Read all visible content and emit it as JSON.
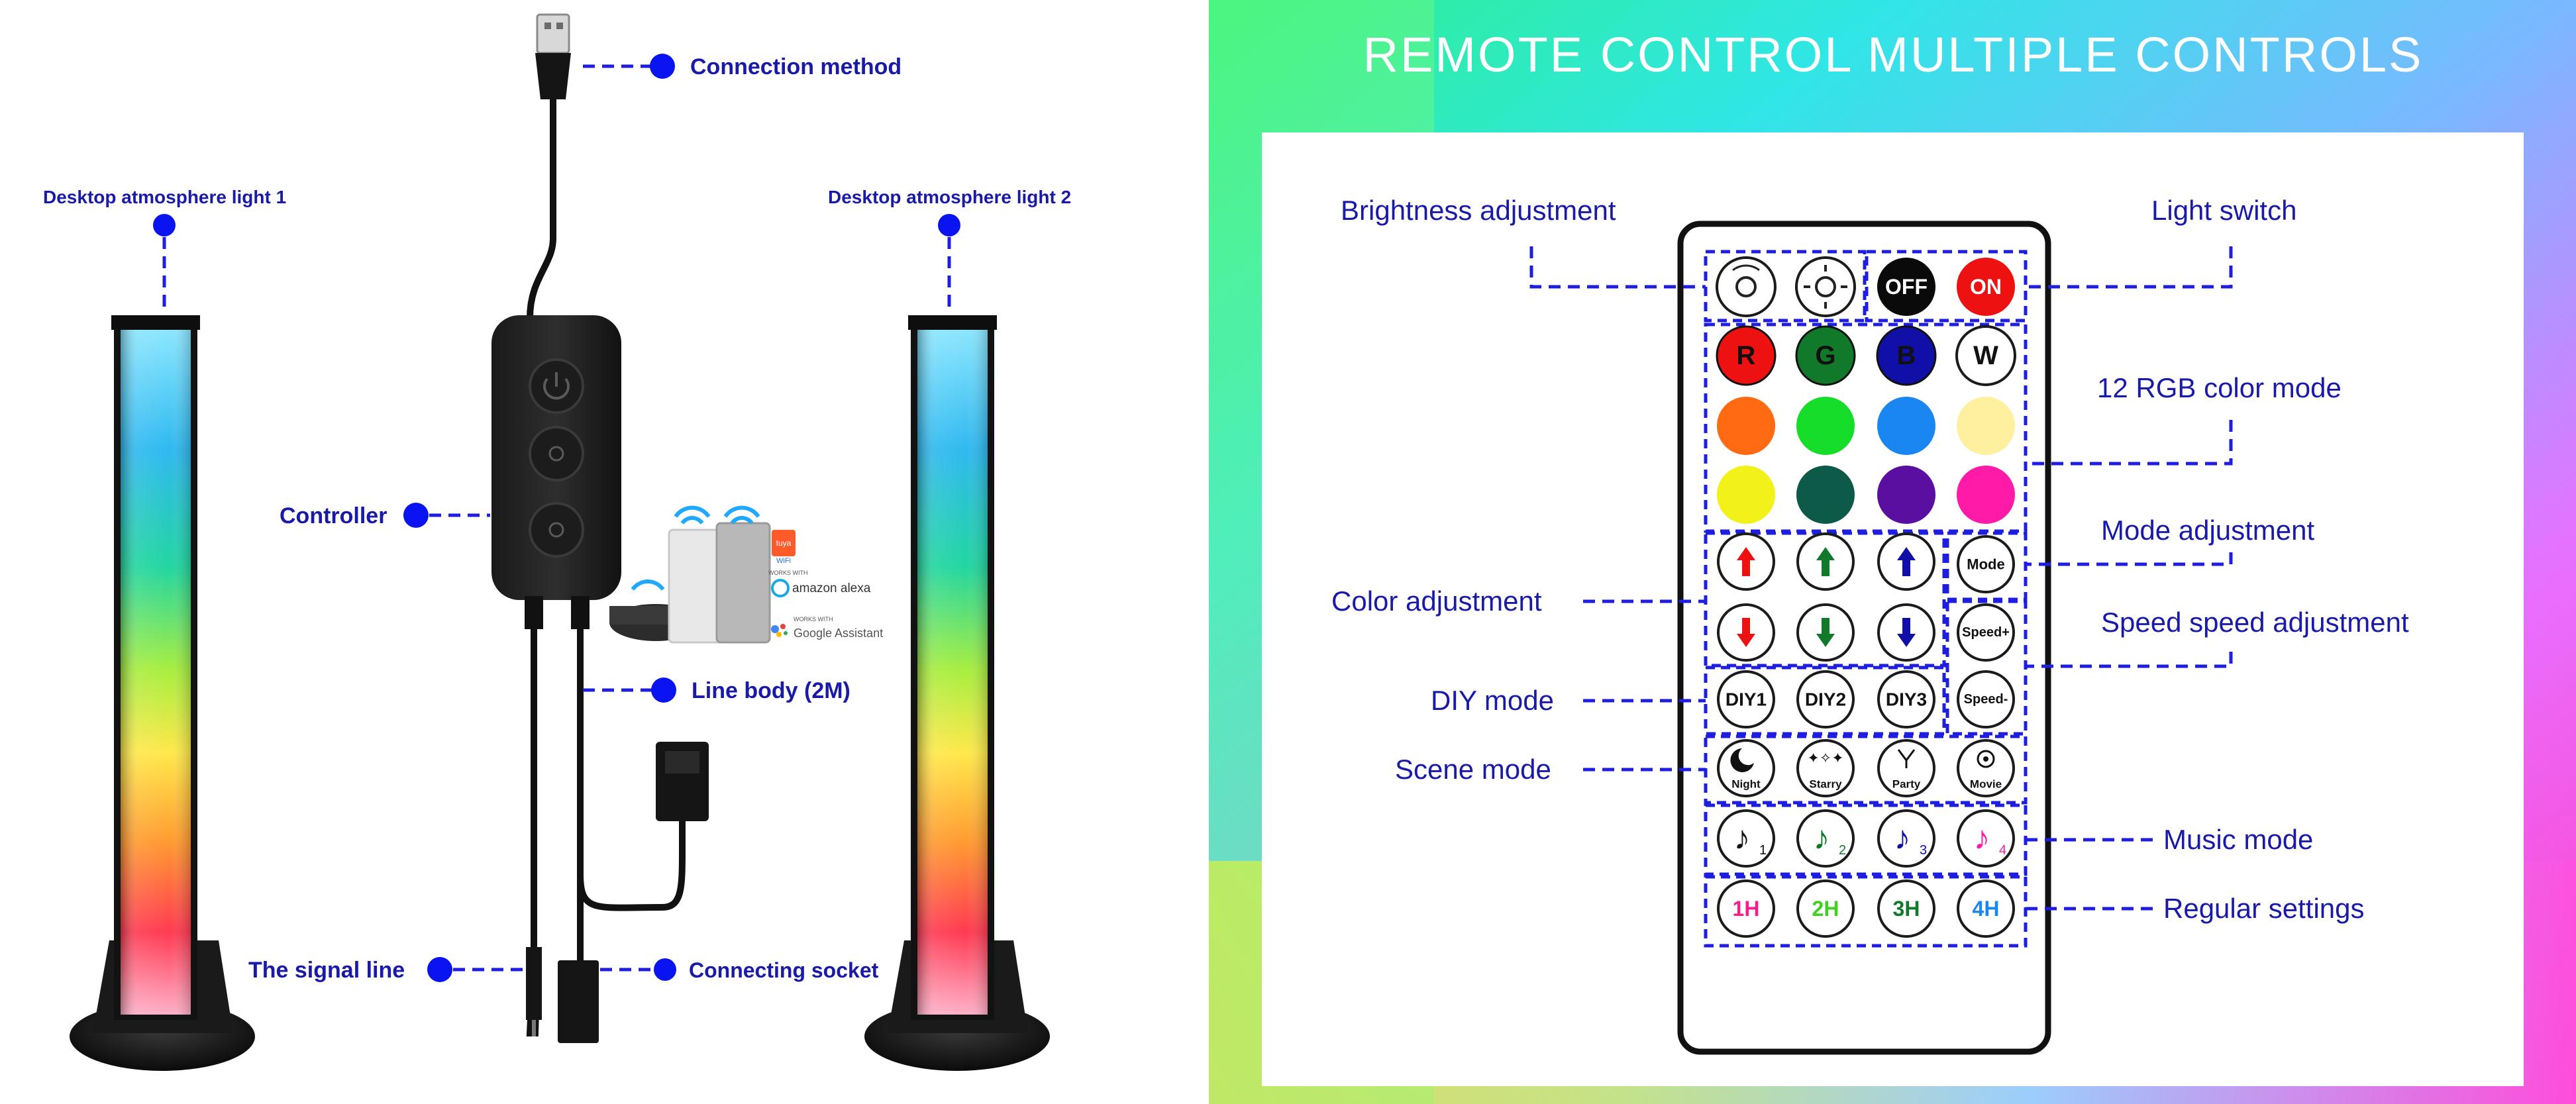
{
  "left_panel": {
    "labels": {
      "connection_method": "Connection method",
      "light1": "Desktop atmosphere light 1",
      "light2": "Desktop atmosphere light 2",
      "controller": "Controller",
      "line_body": "Line body (2M)",
      "signal_line": "The signal line",
      "connecting_socket": "Connecting socket"
    },
    "badges": {
      "tuya": "tuya",
      "wifi": "WiFi",
      "alexa_small": "WORKS WITH",
      "alexa": "amazon alexa",
      "google_small": "WORKS WITH",
      "google": "Google Assistant"
    }
  },
  "right_panel": {
    "title": "REMOTE CONTROL MULTIPLE CONTROLS",
    "labels": {
      "brightness": "Brightness adjustment",
      "light_switch": "Light switch",
      "rgb": "12 RGB color mode",
      "mode_adj": "Mode adjustment",
      "color_adj": "Color adjustment",
      "speed_adj": "Speed speed adjustment",
      "diy": "DIY mode",
      "scene": "Scene mode",
      "music": "Music mode",
      "regular": "Regular settings"
    },
    "buttons": {
      "off": "OFF",
      "on": "ON",
      "r": "R",
      "g": "G",
      "b": "B",
      "w": "W",
      "mode": "Mode",
      "speed_up": "Speed+",
      "speed_down": "Speed-",
      "diy1": "DIY1",
      "diy2": "DIY2",
      "diy3": "DIY3",
      "night": "Night",
      "starry": "Starry",
      "party": "Party",
      "movie": "Movie",
      "m1": "1",
      "m2": "2",
      "m3": "3",
      "m4": "4",
      "t1": "1H",
      "t2": "2H",
      "t3": "3H",
      "t4": "4H"
    },
    "colors": {
      "r": "#ee1111",
      "g": "#117a2a",
      "b": "#1010a8",
      "orange": "#ff6a12",
      "lime": "#16dd2a",
      "sky": "#1a86f2",
      "cream": "#fff0a0",
      "yellow": "#f2f21a",
      "teal": "#0d5a48",
      "purple": "#5a0fa0",
      "magenta": "#ff1aa8"
    }
  }
}
